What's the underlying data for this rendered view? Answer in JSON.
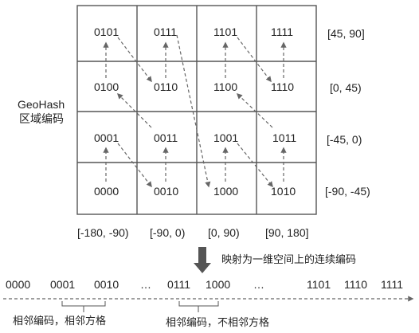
{
  "grid": {
    "rows": [
      [
        "0101",
        "0111",
        "1101",
        "1111"
      ],
      [
        "0100",
        "0110",
        "1100",
        "1110"
      ],
      [
        "0001",
        "0011",
        "1001",
        "1011"
      ],
      [
        "0000",
        "0010",
        "1000",
        "1010"
      ]
    ],
    "lat_ranges": [
      "[45, 90]",
      "[0, 45)",
      "[-45, 0)",
      "[-90, -45)"
    ],
    "lon_ranges": [
      "[-180, -90)",
      "[-90, 0)",
      "[0, 90)",
      "[90, 180]"
    ]
  },
  "side_label": {
    "line1": "GeoHash",
    "line2": "区域编码"
  },
  "mapping_label": "映射为一维空间上的连续编码",
  "sequence": {
    "items": [
      "0000",
      "0001",
      "0010",
      "…",
      "0111",
      "1000",
      "…",
      "1101",
      "1110",
      "1111"
    ]
  },
  "annotations": {
    "adjacent_both": "相邻编码，相邻方格",
    "adjacent_code_only": "相邻编码，不相邻方格"
  },
  "colors": {
    "grid_line": "#555555",
    "arrow": "#666666",
    "big_arrow": "#555555",
    "text": "#222222"
  }
}
